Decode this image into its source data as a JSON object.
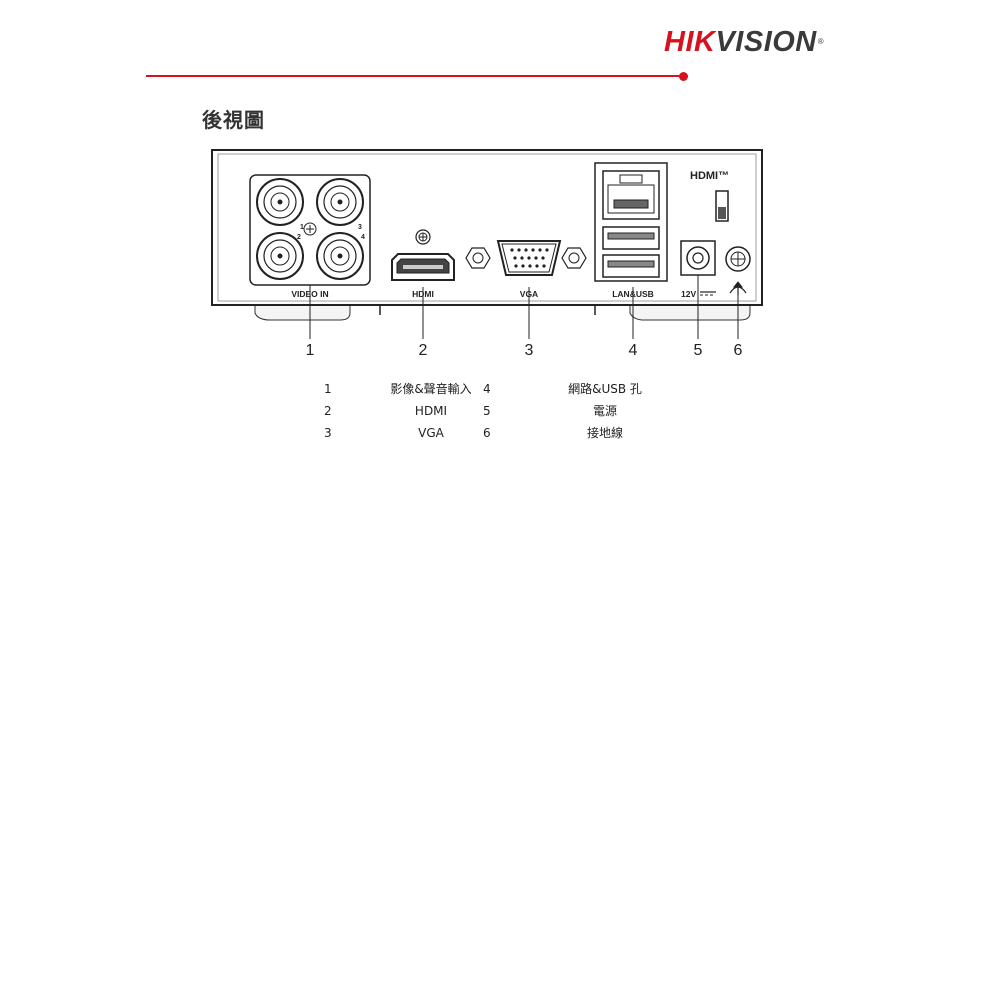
{
  "brand": {
    "name_red": "HIK",
    "name_dark": "VISION",
    "registered": "®"
  },
  "section_title": "後視圖",
  "panel_labels": {
    "video_in": "VIDEO IN",
    "hdmi": "HDMI",
    "vga": "VGA",
    "lan_usb": "LAN&USB",
    "power": "12V",
    "hdmi_tm": "HDMI™",
    "bnc_numbers": [
      "1",
      "2",
      "3",
      "4"
    ]
  },
  "callouts": [
    "1",
    "2",
    "3",
    "4",
    "5",
    "6"
  ],
  "legend": [
    {
      "num_left": "1",
      "text_left": "影像&聲音輸入",
      "num_right": "4",
      "text_right": "網路&USB 孔"
    },
    {
      "num_left": "2",
      "text_left": "HDMI",
      "num_right": "5",
      "text_right": "電源"
    },
    {
      "num_left": "3",
      "text_left": "VGA",
      "num_right": "6",
      "text_right": "接地線"
    }
  ]
}
